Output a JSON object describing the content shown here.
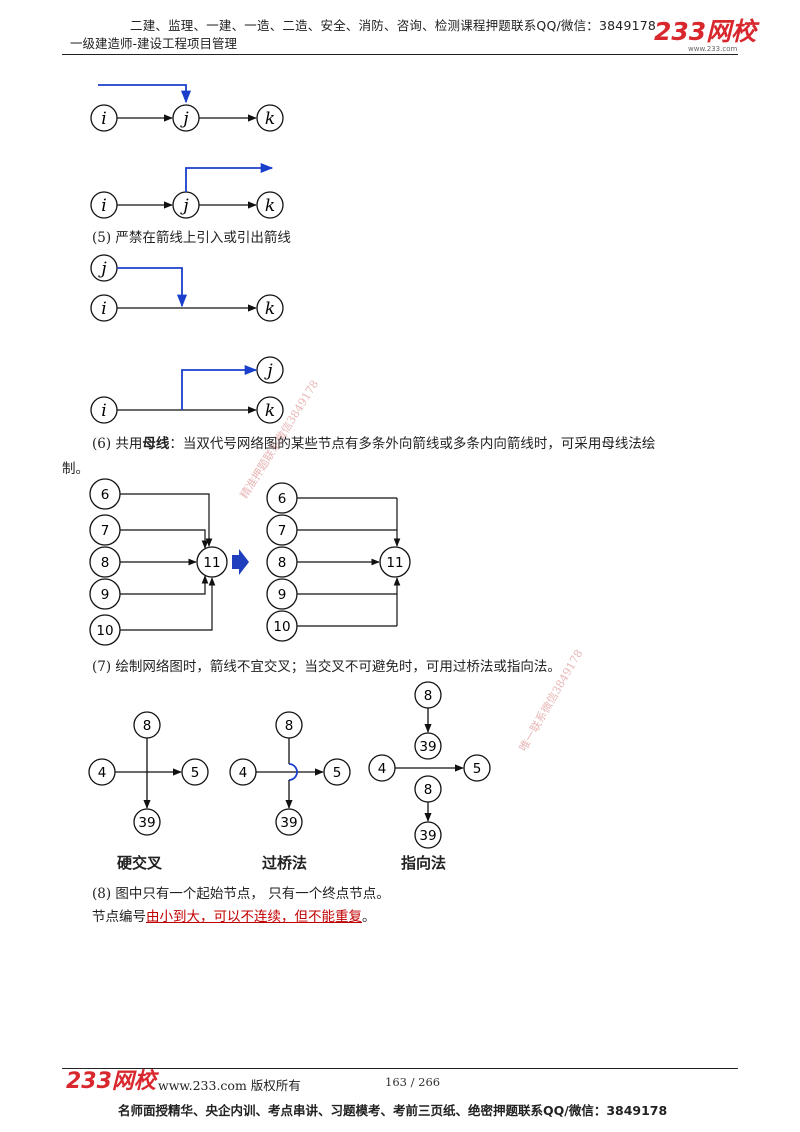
{
  "header": {
    "top_line": "二建、监理、一建、一造、二造、安全、消防、咨询、检测课程押题联系QQ/微信：3849178",
    "subtitle": "一级建造师-建设工程项目管理",
    "logo_text": "233网校",
    "logo_sub": "www.233.com"
  },
  "body": {
    "item5": "(5)  严禁在箭线上引入或引出箭线",
    "item6_num": "(6)  共用",
    "item6_bold": "母线",
    "item6_rest": "：当双代号网络图的某些节点有多条外向箭线或多条内向箭线时，可采用母线法绘",
    "item6_cont": "制。",
    "item7": "(7)  绘制网络图时，箭线不宜交叉；当交叉不可避免时，可用过桥法或指向法。",
    "item8": "(8)  图中只有一个起始节点，  只有一个终点节点。",
    "item9_prefix": "节点编号",
    "item9_red": "由小到大，可以不连续，但不能重复",
    "item9_suffix": "。"
  },
  "diagrams": {
    "node_i": "i",
    "node_j": "j",
    "node_k": "k",
    "left_nodes": [
      "6",
      "7",
      "8",
      "9",
      "10"
    ],
    "merge_node": "11",
    "cross_nodes": {
      "top": "8",
      "left": "4",
      "right": "5",
      "bottom": "39"
    },
    "captions": [
      "硬交叉",
      "过桥法",
      "指向法"
    ],
    "arrow_color": "#1a3fcc",
    "big_arrow_color": "#1f3fbf"
  },
  "watermarks": [
    "精准押题联系微信3849178",
    "唯一联系微信3849178"
  ],
  "footer": {
    "logo_text": "233网校",
    "site": "www.233.com 版权所有",
    "page": "163 / 266",
    "bottom_line": "名师面授精华、央企内训、考点串讲、习题模考、考前三页纸、绝密押题联系QQ/微信：3849178"
  }
}
